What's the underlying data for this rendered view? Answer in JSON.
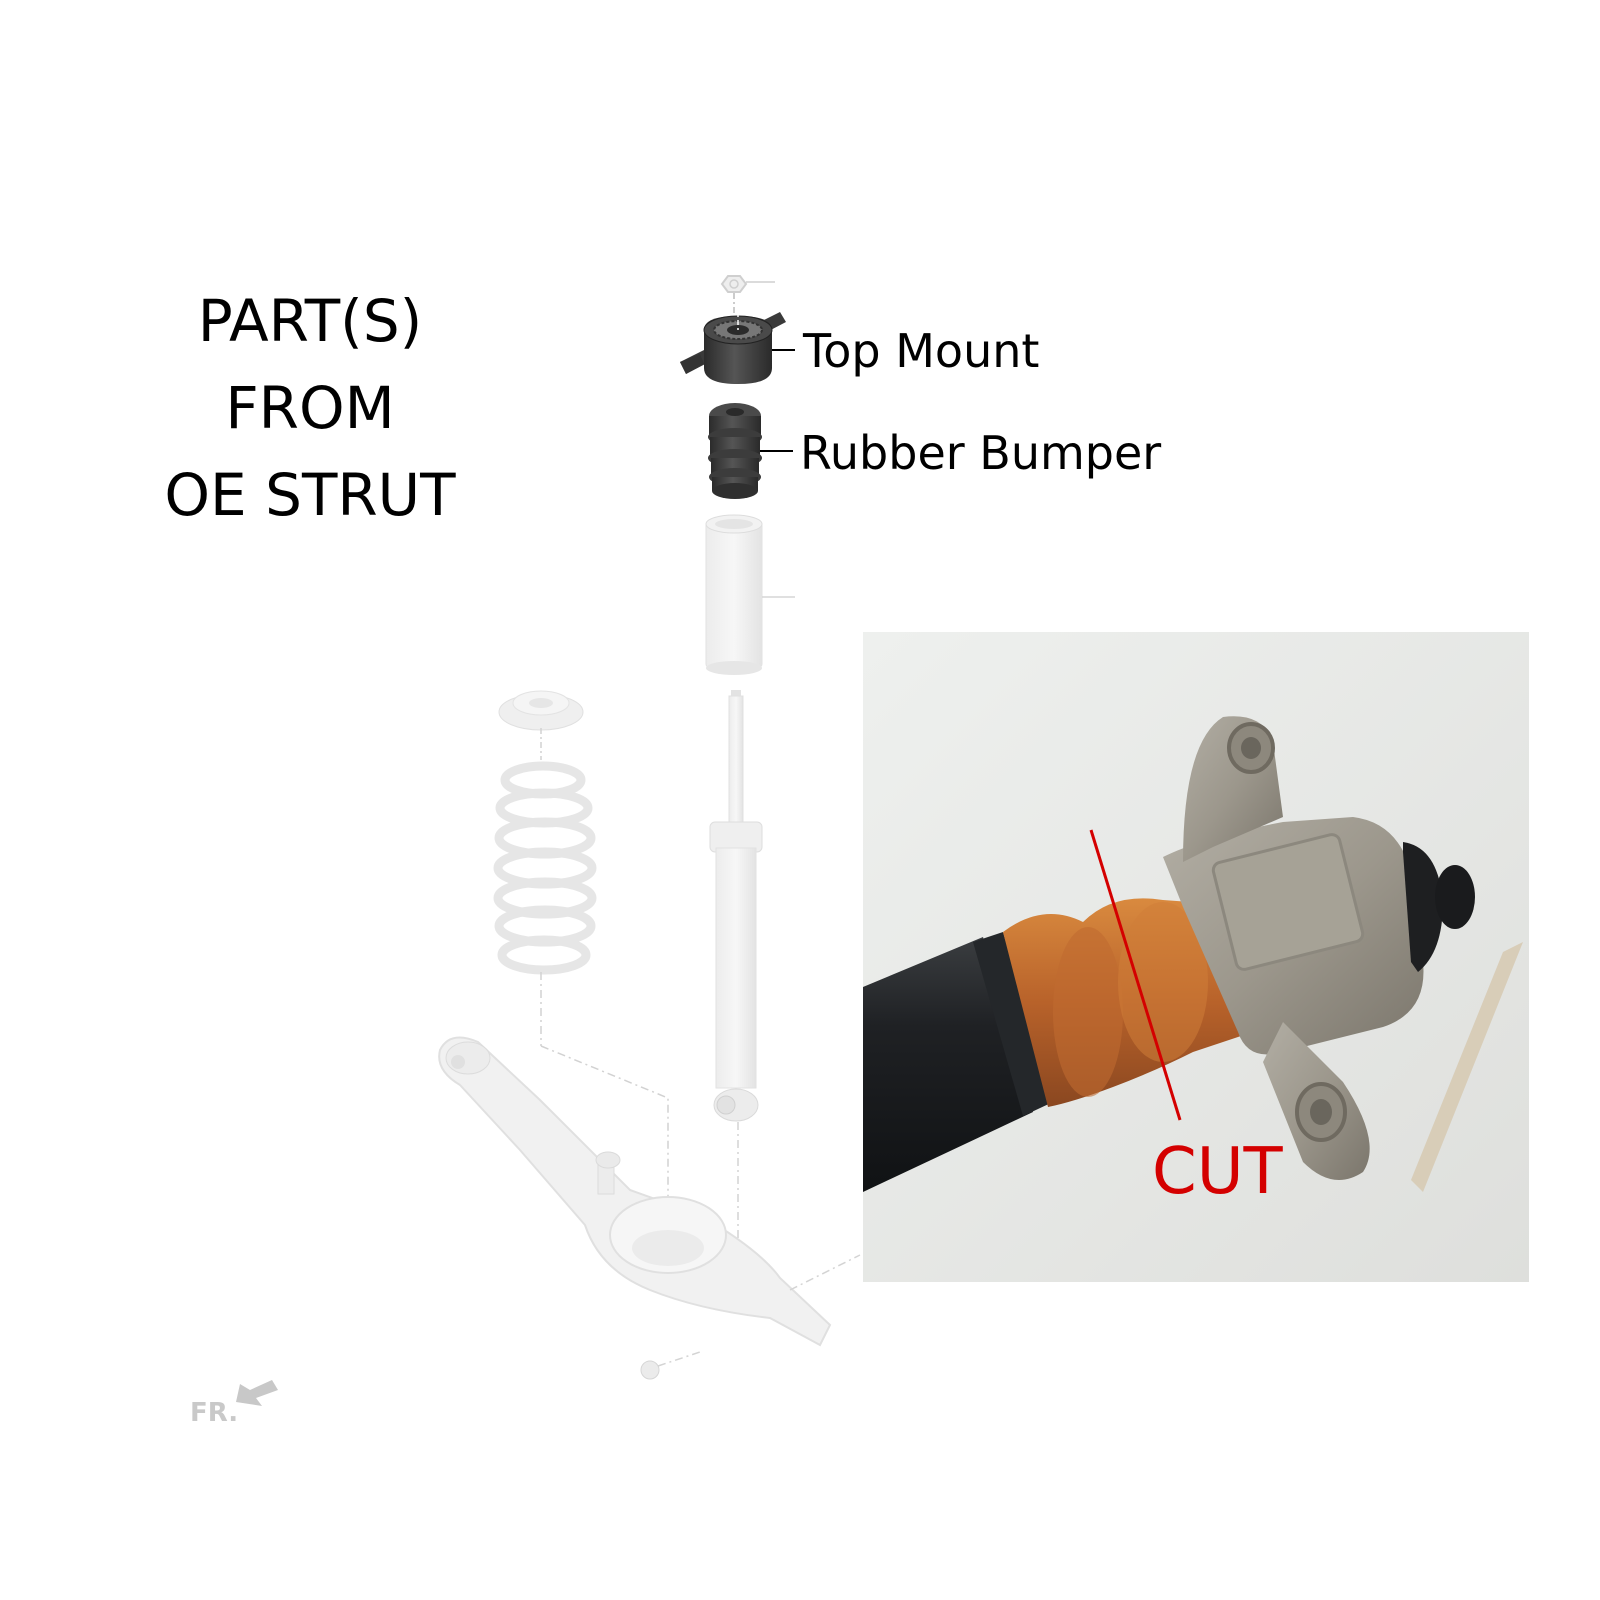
{
  "headline": {
    "lines": [
      "PART(S)",
      "FROM",
      "OE STRUT"
    ]
  },
  "callouts": {
    "top_mount": "Top Mount",
    "rubber_bumper": "Rubber Bumper"
  },
  "photo": {
    "cut_label": "CUT",
    "cut_line_color": "#d40000"
  },
  "orientation": {
    "label": "FR.",
    "icon": "arrow-front-icon"
  },
  "colors": {
    "highlight_parts": "#3c3c3c",
    "ghosted_parts": "#e6e6e6",
    "annotation_red": "#d40000",
    "text": "#000000"
  }
}
